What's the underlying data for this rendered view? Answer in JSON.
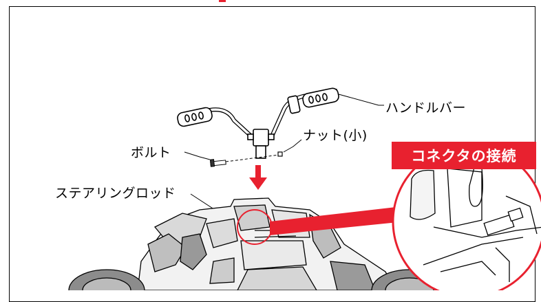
{
  "labels": {
    "handlebar": "ハンドルバー",
    "nut_small": "ナット(小)",
    "bolt": "ボルト",
    "steering_rod": "ステアリングロッド"
  },
  "callout": {
    "title": "コネクタの接続"
  },
  "colors": {
    "accent": "#e8212f",
    "line": "#000000"
  }
}
